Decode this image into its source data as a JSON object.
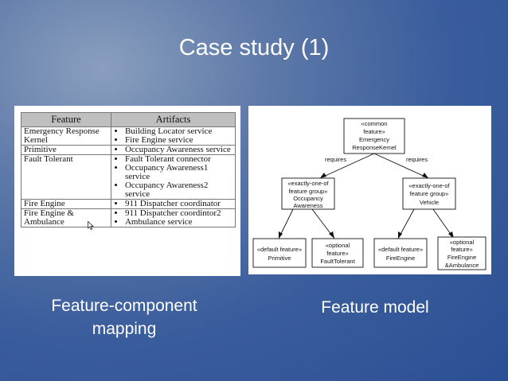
{
  "slide": {
    "title": "Case study (1)",
    "caption_left_line1": "Feature-component",
    "caption_left_line2": "mapping",
    "caption_right": "Feature model"
  },
  "mapping_table": {
    "headers": [
      "Feature",
      "Artifacts"
    ],
    "rows": [
      {
        "feature": [
          "Emergency Response",
          "Kernel"
        ],
        "artifacts": [
          "Building Locator service",
          "Fire Engine service"
        ]
      },
      {
        "feature": [
          "Primitive"
        ],
        "artifacts": [
          "Occupancy Awareness service"
        ]
      },
      {
        "feature": [
          "Fault Tolerant"
        ],
        "artifacts": [
          "Fault Tolerant connector",
          "Occupancy Awareness1 service",
          "Occupancy Awareness2 service"
        ]
      },
      {
        "feature": [
          "Fire Engine"
        ],
        "artifacts": [
          "911 Dispatcher coordinator"
        ]
      },
      {
        "feature": [
          "Fire Engine &",
          "Ambulance"
        ],
        "artifacts": [
          "911 Dispatcher coordintor2",
          "Ambulance service"
        ]
      }
    ]
  },
  "feature_model": {
    "root": [
      "«common",
      "feature»",
      "Emergency",
      "ResponseKernel"
    ],
    "edge_labels": [
      "requires",
      "requires"
    ],
    "group_left": [
      "«exactly-one-of",
      "feature group»",
      "Occupancy",
      "Awareness"
    ],
    "group_right": [
      "«exactly-one-of",
      "feature group»",
      "Vehicle"
    ],
    "leaves": [
      [
        "«default feature»",
        "Primitive"
      ],
      [
        "«optional",
        "feature»",
        "FaultTolerant"
      ],
      [
        "«default feature»",
        "FireEngine"
      ],
      [
        "«optional",
        "feature»",
        "FireEngine",
        "&Ambulance"
      ]
    ]
  }
}
